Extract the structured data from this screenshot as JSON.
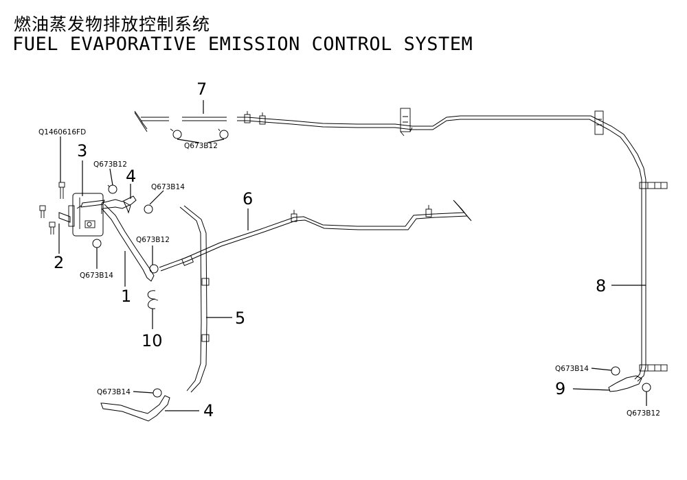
{
  "title_cn": "燃油蒸发物排放控制系统",
  "title_en": "FUEL EVAPORATIVE EMISSION CONTROL SYSTEM",
  "callouts": {
    "c1": "1",
    "c2": "2",
    "c3": "3",
    "c4a": "4",
    "c4b": "4",
    "c5": "5",
    "c6": "6",
    "c7": "7",
    "c8": "8",
    "c9": "9",
    "c10": "10"
  },
  "part_codes": {
    "bolt": "Q1460616FD",
    "clamp_b12_top": "Q673B12",
    "clamp_b12_canister": "Q673B12",
    "clamp_b14_upper": "Q673B14",
    "clamp_b12_mid": "Q673B12",
    "clamp_b14_canister": "Q673B14",
    "clamp_b14_lower": "Q673B14",
    "clamp_b14_right": "Q673B14",
    "clamp_b12_right": "Q673B12"
  }
}
